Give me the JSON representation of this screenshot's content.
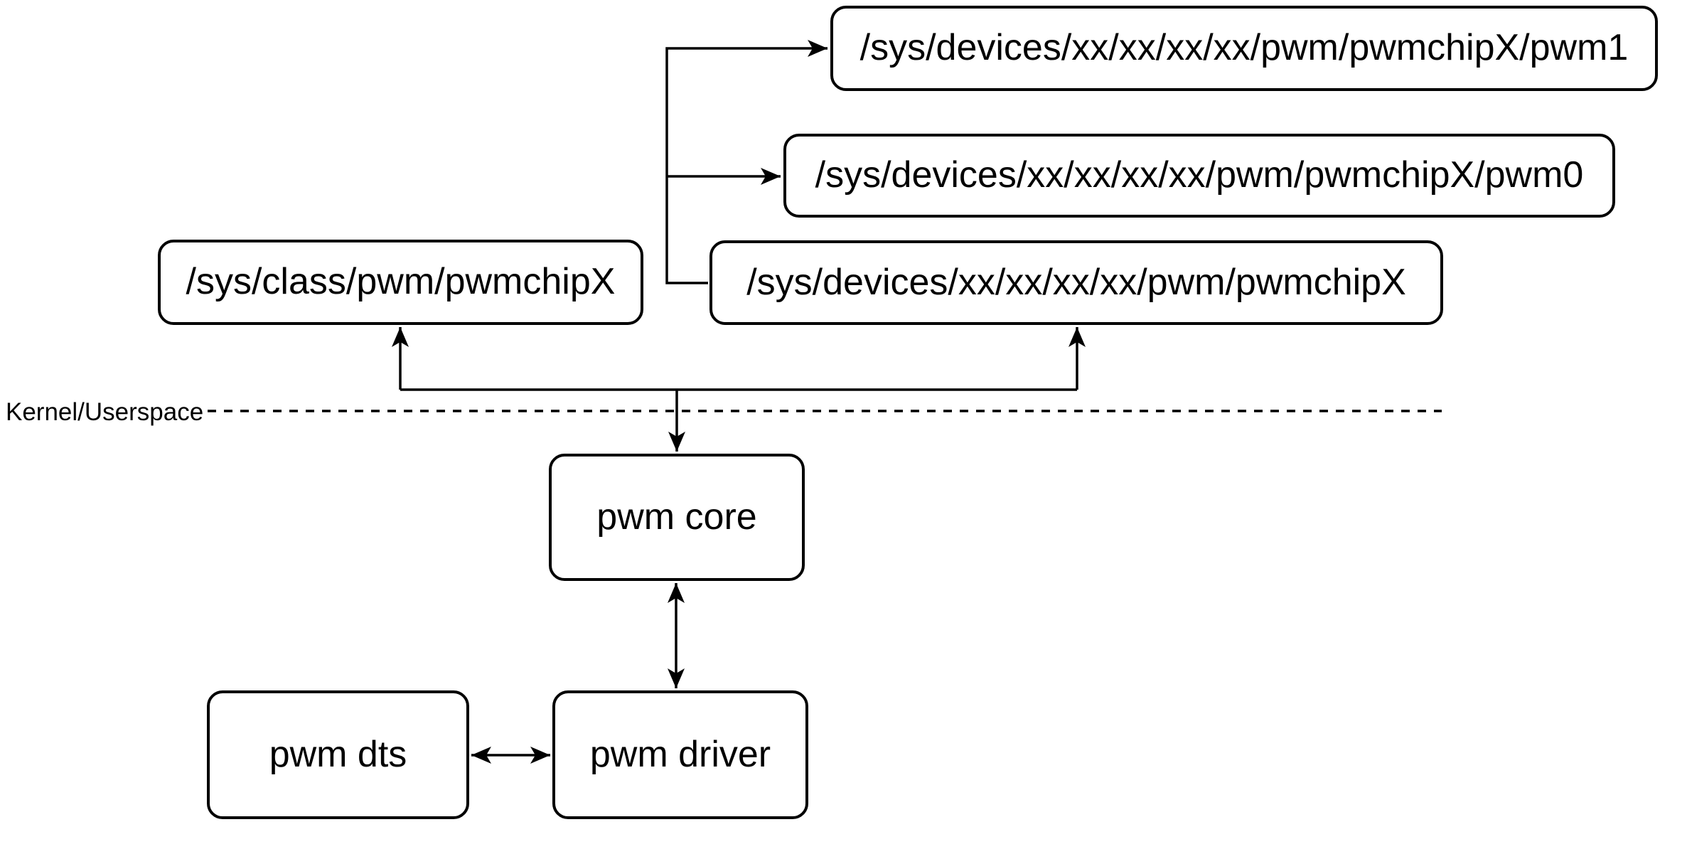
{
  "canvas": {
    "background": "#ffffff",
    "stroke_color": "#000000"
  },
  "boundary": {
    "label": "Kernel/Userspace",
    "style": "dashed-line"
  },
  "nodes": {
    "sysfs_pwm1": {
      "label": "/sys/devices/xx/xx/xx/xx/pwm/pwmchipX/pwm1"
    },
    "sysfs_pwm0": {
      "label": "/sys/devices/xx/xx/xx/xx/pwm/pwmchipX/pwm0"
    },
    "sysfs_class": {
      "label": "/sys/class/pwm/pwmchipX"
    },
    "sysfs_devices": {
      "label": "/sys/devices/xx/xx/xx/xx/pwm/pwmchipX"
    },
    "pwm_core": {
      "label": "pwm core"
    },
    "pwm_dts": {
      "label": "pwm dts"
    },
    "pwm_driver": {
      "label": "pwm driver"
    }
  },
  "edges": [
    {
      "from": "sysfs_devices",
      "to": "sysfs_pwm1",
      "style": "arrow"
    },
    {
      "from": "sysfs_devices",
      "to": "sysfs_pwm0",
      "style": "arrow"
    },
    {
      "from": "sysfs_devices",
      "to": "sysfs_pwm1_pwm0_branch",
      "style": "line"
    },
    {
      "from": "pwm_core",
      "to": "sysfs_class",
      "style": "arrow"
    },
    {
      "from": "pwm_core",
      "to": "sysfs_devices",
      "style": "arrow"
    },
    {
      "from": "pwm_core",
      "to": "pwm_driver",
      "style": "double-arrow"
    },
    {
      "from": "pwm_dts",
      "to": "pwm_driver",
      "style": "double-arrow"
    }
  ]
}
